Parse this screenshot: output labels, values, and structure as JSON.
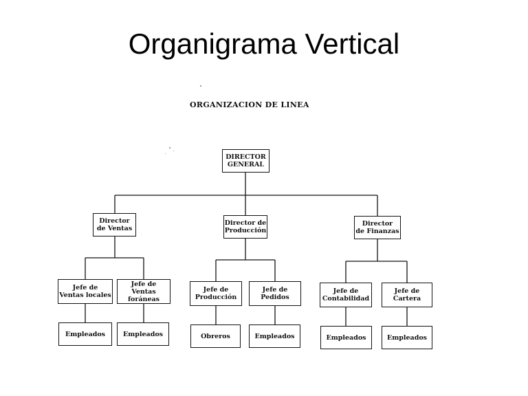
{
  "slide": {
    "title": "Organigrama Vertical"
  },
  "chart": {
    "heading": "ORGANIZACION DE LINEA",
    "top": {
      "label": "DIRECTOR\nGENERAL"
    },
    "directors": [
      {
        "label": "Director\nde Ventas"
      },
      {
        "label": "Director de\nProducción"
      },
      {
        "label": "Director\nde Finanzas"
      }
    ],
    "chiefs": [
      {
        "label": "Jefe de\nVentas locales"
      },
      {
        "label": "Jefe de\nVentas foráneas"
      },
      {
        "label": "Jefe de\nProducción"
      },
      {
        "label": "Jefe de\nPedidos"
      },
      {
        "label": "Jefe de\nContabilidad"
      },
      {
        "label": "Jefe de\nCartera"
      }
    ],
    "staff": [
      {
        "label": "Empleados"
      },
      {
        "label": "Empleados"
      },
      {
        "label": "Obreros"
      },
      {
        "label": "Empleados"
      },
      {
        "label": "Empleados"
      },
      {
        "label": "Empleados"
      }
    ]
  }
}
